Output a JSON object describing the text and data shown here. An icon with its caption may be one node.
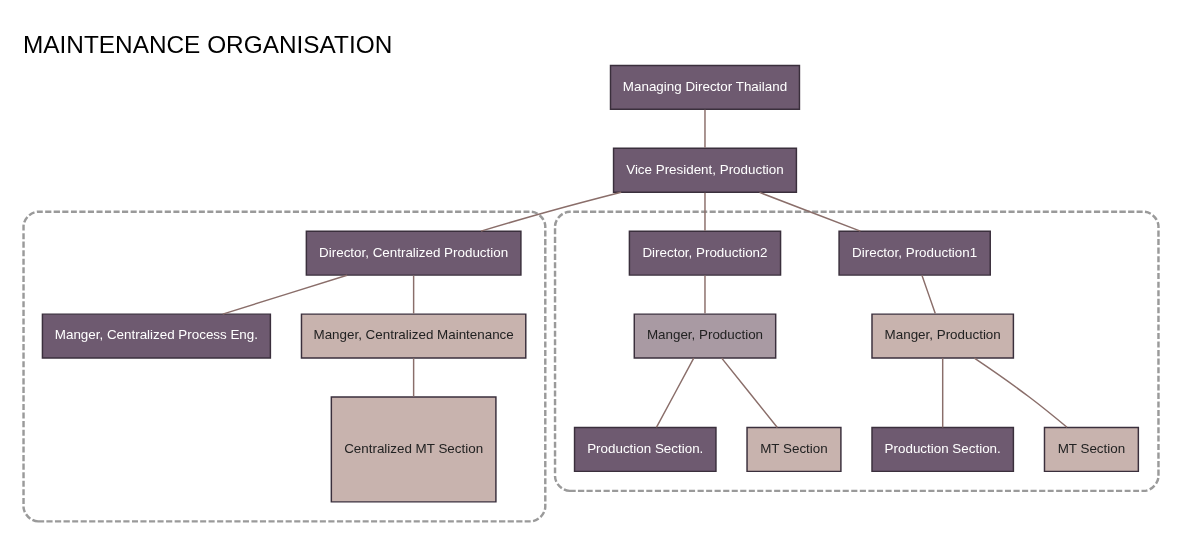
{
  "diagram": {
    "title": "MAINTENANCE ORGANISATION",
    "nodes": [
      {
        "text": [
          "Managing Director Thailand"
        ]
      },
      {
        "text": [
          "Vice President, Production"
        ]
      },
      {
        "text": [],
        "shape": "box"
      },
      {
        "text": [
          "Director, Centralized Production"
        ],
        "in": 2
      },
      {
        "text": [
          "Manger, Centralized Process Eng."
        ],
        "in": 2
      },
      {
        "text": [
          "Manger, Centralized Maintenance"
        ],
        "in": 2
      },
      {
        "text": [
          "Centralized MT Section"
        ],
        "in": 2
      },
      {
        "text": [],
        "shape": "box"
      },
      {
        "text": [
          "Director, Production1"
        ],
        "in": 7
      },
      {
        "text": [
          "Director, Production2"
        ],
        "in": 7
      },
      {
        "text": [
          "Manger, Production"
        ],
        "in": 7
      },
      {
        "text": [
          "Production Section."
        ],
        "in": 7
      },
      {
        "text": [
          "MT Section"
        ],
        "in": 7
      },
      {
        "text": [
          "Manger, Production"
        ],
        "in": 7
      },
      {
        "text": [
          "Production Section."
        ],
        "in": 7
      },
      {
        "text": [
          "MT Section"
        ],
        "in": 7
      }
    ],
    "edges": [
      {
        "from": 0,
        "to": 1,
        "arrow": "none"
      },
      {
        "from": 1,
        "to": 3,
        "arrow": "none"
      },
      {
        "from": 1,
        "to": 8,
        "arrow": "none"
      },
      {
        "from": 1,
        "to": 9,
        "arrow": "none"
      },
      {
        "from": 3,
        "to": 4,
        "arrow": "none"
      },
      {
        "from": 3,
        "to": 5,
        "arrow": "none"
      },
      {
        "from": 5,
        "to": 6,
        "arrow": "none"
      },
      {
        "from": 8,
        "to": 10,
        "arrow": "none"
      },
      {
        "from": 10,
        "to": 11,
        "arrow": "none"
      },
      {
        "from": 10,
        "to": 12,
        "arrow": "none"
      },
      {
        "from": 9,
        "to": 13,
        "arrow": "none"
      },
      {
        "from": 13,
        "to": 14,
        "arrow": "none"
      },
      {
        "from": 13,
        "to": 15,
        "arrow": "none"
      }
    ]
  }
}
